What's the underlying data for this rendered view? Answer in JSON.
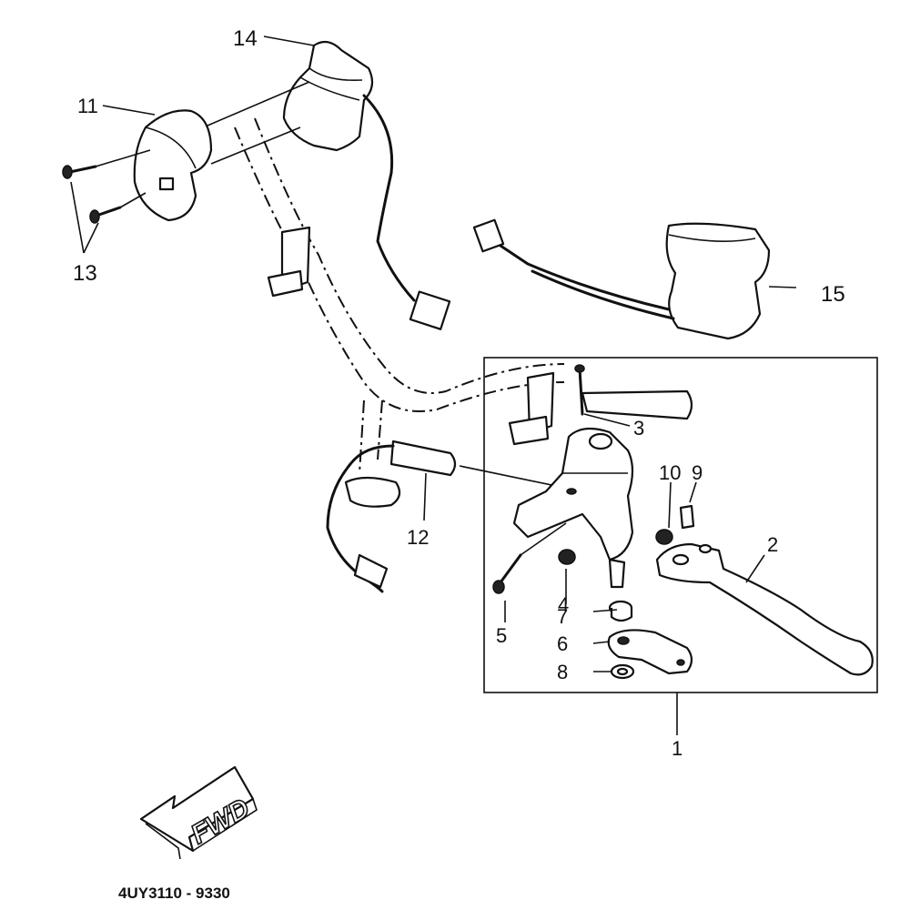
{
  "labels": {
    "l1": "1",
    "l2": "2",
    "l3": "3",
    "l4": "4",
    "l5": "5",
    "l6": "6",
    "l7": "7",
    "l8": "8",
    "l9": "9",
    "l10": "10",
    "l11": "11",
    "l12": "12",
    "l13": "13",
    "l14": "14",
    "l15": "15"
  },
  "fwd_text": "FWD",
  "drawing_code": "4UY3110 - 9330"
}
